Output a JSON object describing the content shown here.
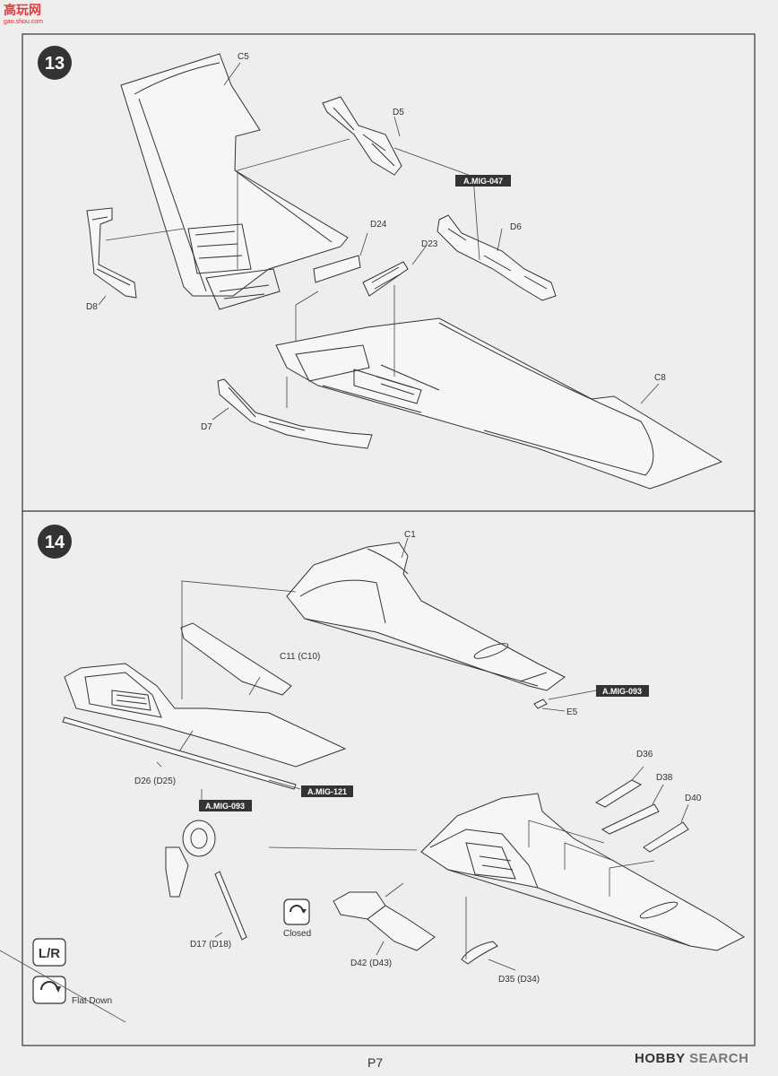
{
  "watermark_top": {
    "brand": "高玩网",
    "url": "gao.shou.com"
  },
  "watermark_bottom": {
    "part1": "HOBBY",
    "part2": " SEARCH"
  },
  "page_number": "P7",
  "step13": {
    "number": "13",
    "labels": {
      "c5": "C5",
      "d5": "D5",
      "d24": "D24",
      "d23": "D23",
      "d6": "D6",
      "d8": "D8",
      "d7": "D7",
      "c8": "C8"
    },
    "paint": "A.MIG-047"
  },
  "step14": {
    "number": "14",
    "labels": {
      "c1": "C1",
      "c11": "C11 (C10)",
      "e5": "E5",
      "d26": "D26 (D25)",
      "d36": "D36",
      "d38": "D38",
      "d40": "D40",
      "d17": "D17 (D18)",
      "closed": "Closed",
      "d42": "D42 (D43)",
      "d35": "D35 (D34)",
      "lr": "L/R",
      "flat_down": "Flat Down"
    },
    "paint_1": "A.MIG-093",
    "paint_2": "A.MIG-121",
    "paint_3": "A.MIG-093"
  },
  "colors": {
    "line": "#333333",
    "step_circle": "#333333",
    "paint_box": "#333333",
    "paper": "#eeeeec"
  }
}
